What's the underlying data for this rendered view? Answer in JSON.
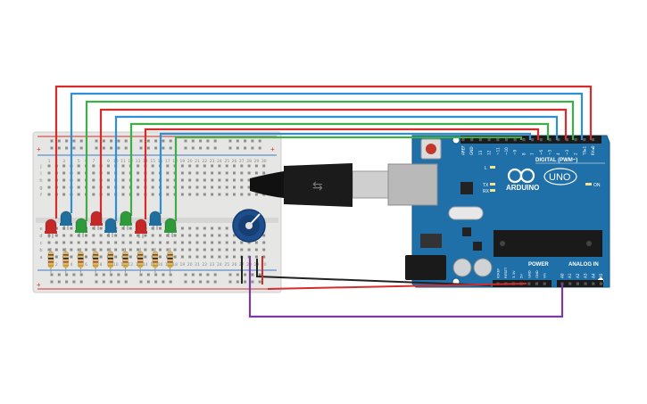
{
  "colors": {
    "breadboard": "#e4e4e2",
    "breadboard_rail_red": "#d0312d",
    "breadboard_rail_blue": "#3e7bc2",
    "arduino_blue": "#1f6fa8",
    "arduino_dark": "#154e7a",
    "wire_red": "#d62c2c",
    "wire_blue": "#2e8fd6",
    "wire_green": "#3fae49",
    "wire_black": "#222222",
    "wire_purple": "#7b3c9e",
    "led_red": "#c62828",
    "led_blue": "#1e6f9f",
    "led_green": "#2e9b3a",
    "pot_body": "#1d4f8f",
    "usb_grey": "#b5b5b5",
    "chip": "#1a1a1a"
  },
  "breadboard": {
    "top_row_letters": [
      "j",
      "i",
      "h",
      "g",
      "f"
    ],
    "bottom_row_letters": [
      "e",
      "d",
      "c",
      "b",
      "a"
    ],
    "column_numbers": [
      "1",
      "2",
      "3",
      "4",
      "5",
      "6",
      "7",
      "8",
      "9",
      "10",
      "11",
      "12",
      "13",
      "14",
      "15",
      "16",
      "17",
      "18",
      "19",
      "20",
      "21",
      "22",
      "23",
      "24",
      "25",
      "26",
      "27",
      "28",
      "29",
      "30"
    ],
    "rail_plus": "+",
    "rail_minus": "-"
  },
  "leds": [
    "red",
    "blue",
    "green",
    "red",
    "blue",
    "green",
    "red",
    "blue",
    "green"
  ],
  "led_colors_order": [
    "led_red",
    "led_blue",
    "led_green",
    "led_red",
    "led_blue",
    "led_green",
    "led_red",
    "led_blue",
    "led_green"
  ],
  "arduino": {
    "brand": "ARDUINO",
    "model": "UNO",
    "digital_label": "DIGITAL (PWM~)",
    "power_label": "POWER",
    "analog_label": "ANALOG IN",
    "on_label": "ON",
    "tx_label": "TX",
    "rx_label": "RX",
    "l_label": "L",
    "digital_pins": [
      "AREF",
      "GND",
      "13",
      "12",
      "~11",
      "~10",
      "~9",
      "8",
      "7",
      "~6",
      "~5",
      "4",
      "~3",
      "2",
      "TX▸1",
      "RX◂0"
    ],
    "power_pins": [
      "IOREF",
      "RESET",
      "3.3V",
      "5V",
      "GND",
      "GND",
      "Vin"
    ],
    "analog_pins": [
      "A0",
      "A1",
      "A2",
      "A3",
      "A4",
      "A5"
    ]
  }
}
